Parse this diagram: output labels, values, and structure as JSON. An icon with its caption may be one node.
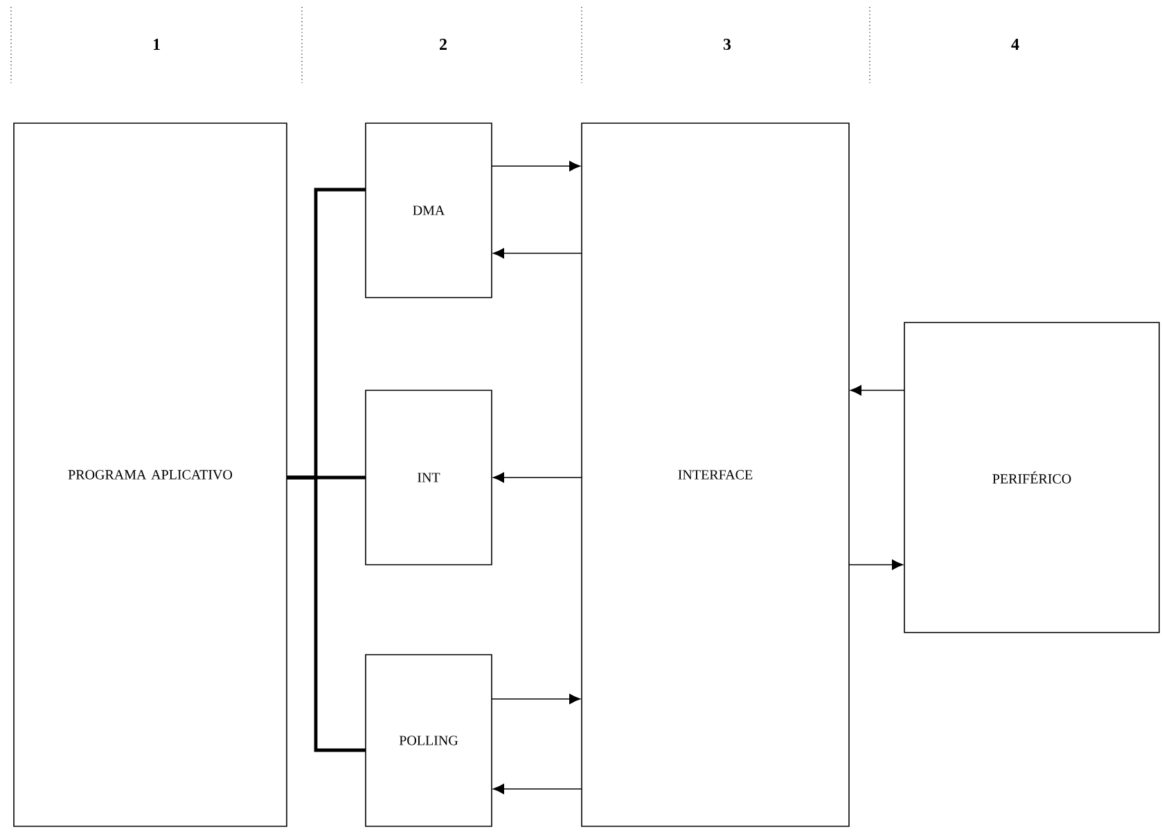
{
  "diagram": {
    "nodes": [
      {
        "text": [
          "PROGRAMA APLICATIVO"
        ]
      },
      {
        "text": [
          "DMA"
        ]
      },
      {
        "text": [
          "INT"
        ]
      },
      {
        "text": [
          "POLLING"
        ]
      },
      {
        "text": [
          "INTERFACE"
        ]
      },
      {
        "text": [
          "PERIFÉRICO"
        ]
      }
    ],
    "edges": [
      {
        "from": 0,
        "to": 1,
        "arrow": "none",
        "style": "thick"
      },
      {
        "from": 0,
        "to": 2,
        "arrow": "none",
        "style": "thick"
      },
      {
        "from": 0,
        "to": 3,
        "arrow": "none",
        "style": "thick"
      },
      {
        "from": 1,
        "to": 4,
        "arrow": "to"
      },
      {
        "from": 4,
        "to": 1,
        "arrow": "to"
      },
      {
        "from": 4,
        "to": 2,
        "arrow": "to"
      },
      {
        "from": 3,
        "to": 4,
        "arrow": "to"
      },
      {
        "from": 4,
        "to": 3,
        "arrow": "to"
      },
      {
        "from": 5,
        "to": 4,
        "arrow": "to"
      },
      {
        "from": 4,
        "to": 5,
        "arrow": "to"
      }
    ],
    "labels": [
      "1",
      "2",
      "3",
      "4"
    ]
  }
}
